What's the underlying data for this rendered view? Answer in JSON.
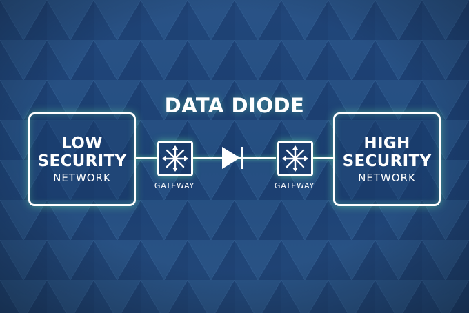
{
  "title": "DATA DIODE",
  "left_network": {
    "line1": "LOW",
    "line2": "SECURITY",
    "line3": "NETWORK"
  },
  "right_network": {
    "line1": "HIGH",
    "line2": "SECURITY",
    "line3": "NETWORK"
  },
  "left_gateway": {
    "label": "GATEWAY",
    "icon": "switch-icon"
  },
  "right_gateway": {
    "label": "GATEWAY",
    "icon": "switch-icon"
  },
  "diode": {
    "icon": "diode-icon"
  },
  "colors": {
    "background": "#1f4577",
    "stroke": "#ffffff",
    "glow": "#78ffaa"
  }
}
